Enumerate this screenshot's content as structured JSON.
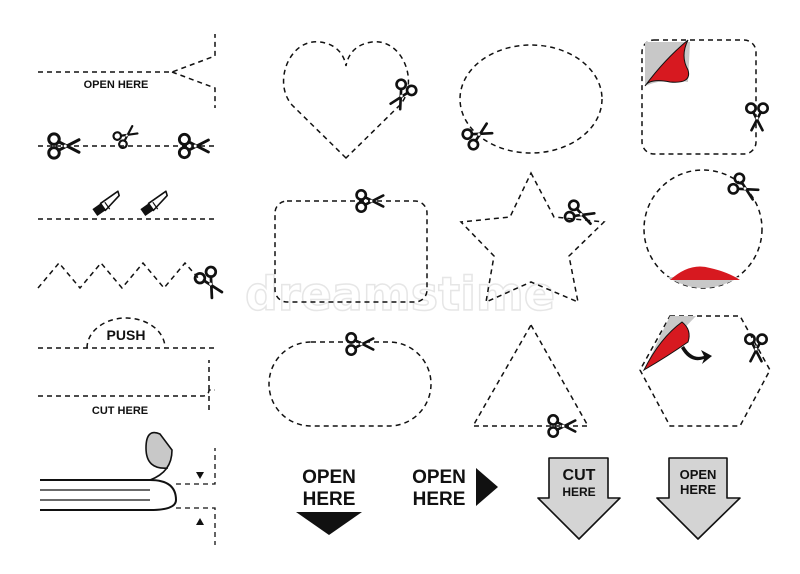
{
  "labels": {
    "open_here": "OPEN HERE",
    "push": "PUSH",
    "cut_here": "CUT HERE",
    "arrow_open": "OPEN",
    "arrow_here": "HERE",
    "arrow_cut": "CUT"
  },
  "watermark": "dreamstime",
  "colors": {
    "ink": "#111111",
    "accent": "#d71920",
    "fold": "#c8c8c8",
    "badge_gray": "#d4d4d4",
    "watermark": "#e6e6e6"
  },
  "icons": [
    "scissors-icon",
    "utility-knife-icon",
    "arrow-icon"
  ]
}
